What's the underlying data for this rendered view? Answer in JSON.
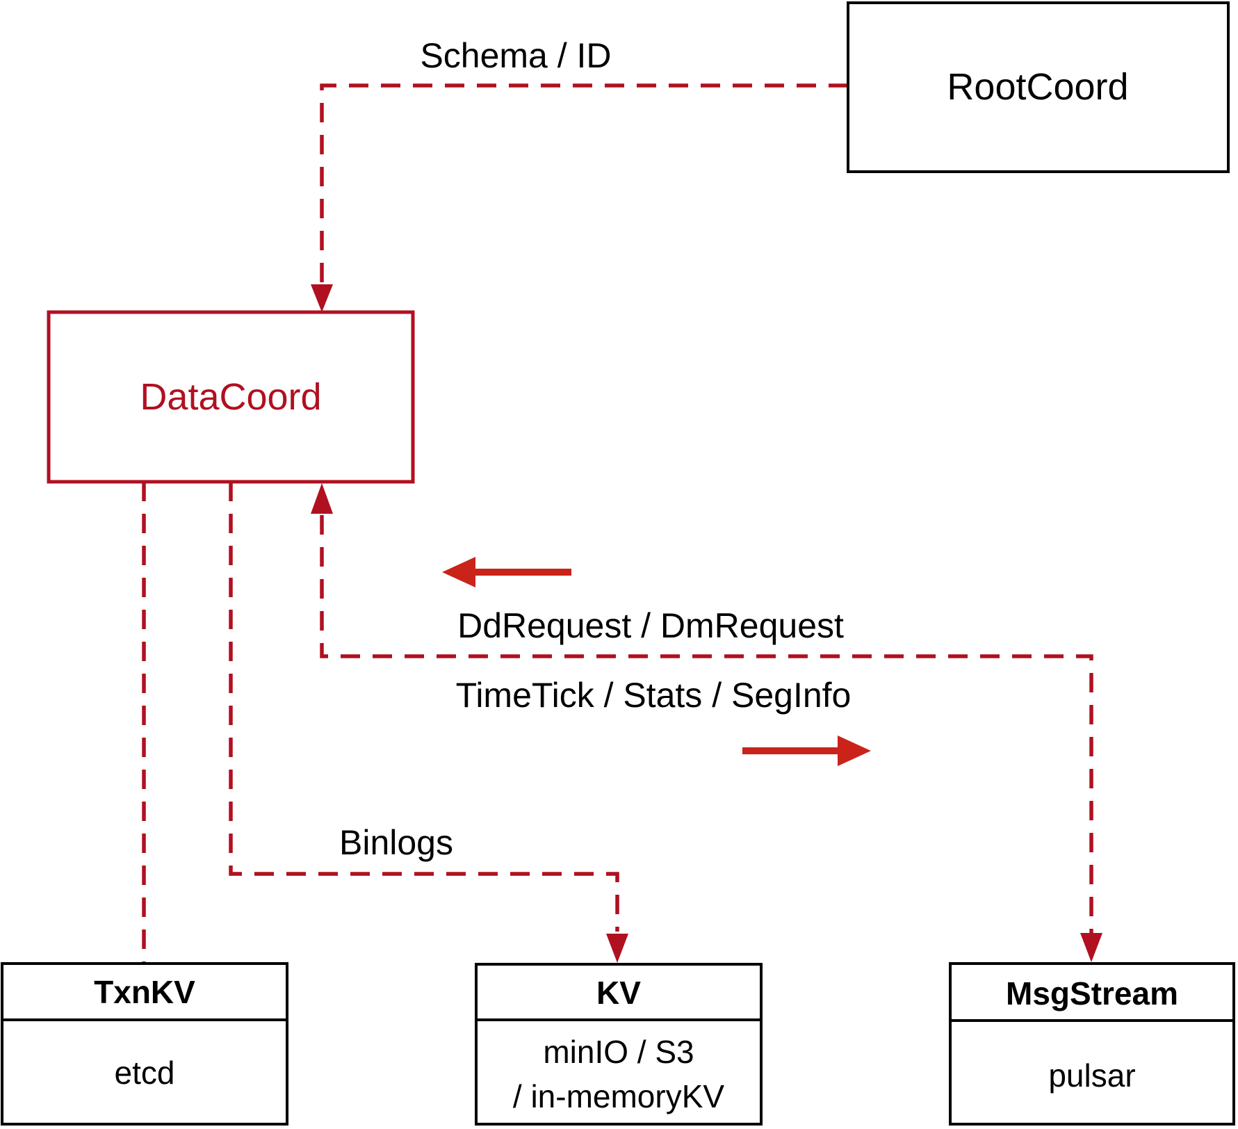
{
  "diagram": {
    "colors": {
      "line_red": "#b01020",
      "arrow_red": "#c9231a",
      "border_black": "#000000"
    },
    "nodes": {
      "rootcoord": {
        "label": "RootCoord"
      },
      "datacoord": {
        "label": "DataCoord"
      },
      "txnkv": {
        "header": "TxnKV",
        "body": "etcd"
      },
      "kv": {
        "header": "KV",
        "body_line1": "minIO / S3",
        "body_line2": "/ in-memoryKV"
      },
      "msgstream": {
        "header": "MsgStream",
        "body": "pulsar"
      }
    },
    "edge_labels": {
      "schema_id": "Schema / ID",
      "dd_request": "DdRequest / DmRequest",
      "time_tick": "TimeTick / Stats / SegInfo",
      "binlogs": "Binlogs"
    }
  }
}
